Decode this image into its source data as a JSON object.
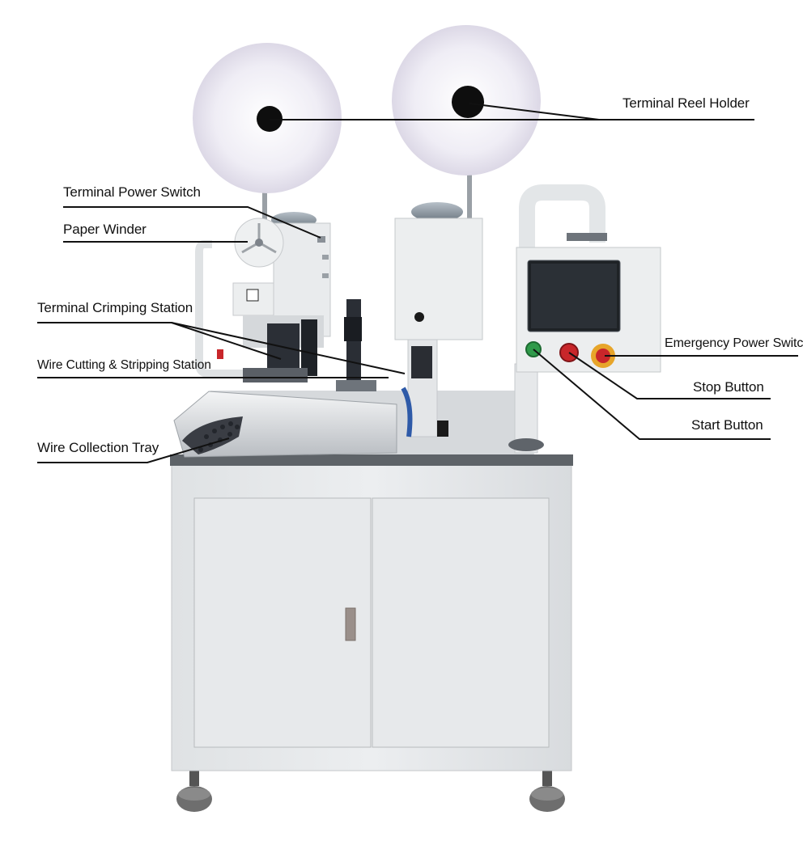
{
  "labels": {
    "terminal_reel_holder": "Terminal Reel Holder",
    "terminal_power_switch": "Terminal Power Switch",
    "paper_winder": "Paper Winder",
    "terminal_crimping_station": "Terminal Crimping Station",
    "wire_cutting_stripping_station": "Wire Cutting & Stripping Station",
    "wire_collection_tray": "Wire Collection Tray",
    "emergency_power_switch": "Emergency Power Switch",
    "stop_button": "Stop Button",
    "start_button": "Start Button"
  },
  "colors": {
    "machine_body": "#e4e6e8",
    "reel": "#ebe8f3",
    "screen": "#1e2226",
    "start_button": "#2f9a4a",
    "stop_button": "#c8262a",
    "emergency_ring": "#e7a52a",
    "leader_line": "#111111"
  }
}
